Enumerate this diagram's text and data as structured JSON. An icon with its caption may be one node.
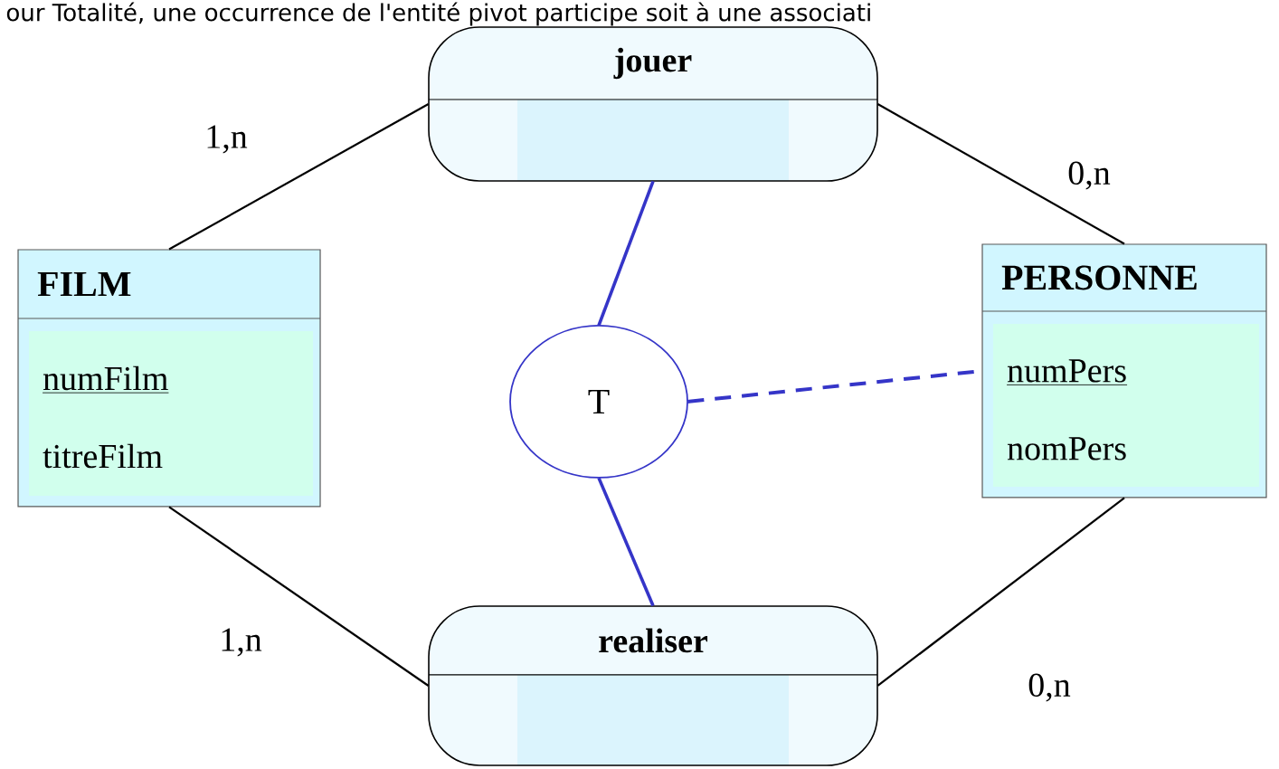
{
  "diagram": {
    "nodes": [
      {
        "text": [
          "jouer"
        ]
      },
      {
        "text": [
          "FILM",
          "numFilm",
          "titreFilm"
        ]
      },
      {
        "text": [
          "PERSONNE",
          "numPers",
          "nomPers"
        ]
      },
      {
        "text": [
          "T"
        ]
      },
      {
        "text": [
          "realiser"
        ]
      }
    ],
    "edges": [
      {
        "from": 1,
        "to": 0,
        "arrow": "none",
        "label": "1,n"
      },
      {
        "from": 0,
        "to": 2,
        "arrow": "none",
        "label": "0,n"
      },
      {
        "from": 1,
        "to": 4,
        "arrow": "none",
        "label": "1,n"
      },
      {
        "from": 4,
        "to": 2,
        "arrow": "none",
        "label": "0,n"
      },
      {
        "from": 0,
        "to": 3,
        "arrow": "none",
        "color": "#3535c8"
      },
      {
        "from": 3,
        "to": 4,
        "arrow": "none",
        "color": "#3535c8"
      },
      {
        "from": 3,
        "to": 2,
        "arrow": "none",
        "style": "dashed",
        "color": "#3535c8"
      }
    ],
    "labels": [
      "our Totalité, une occurrence de l'entité pivot participe soit à une associati"
    ]
  }
}
